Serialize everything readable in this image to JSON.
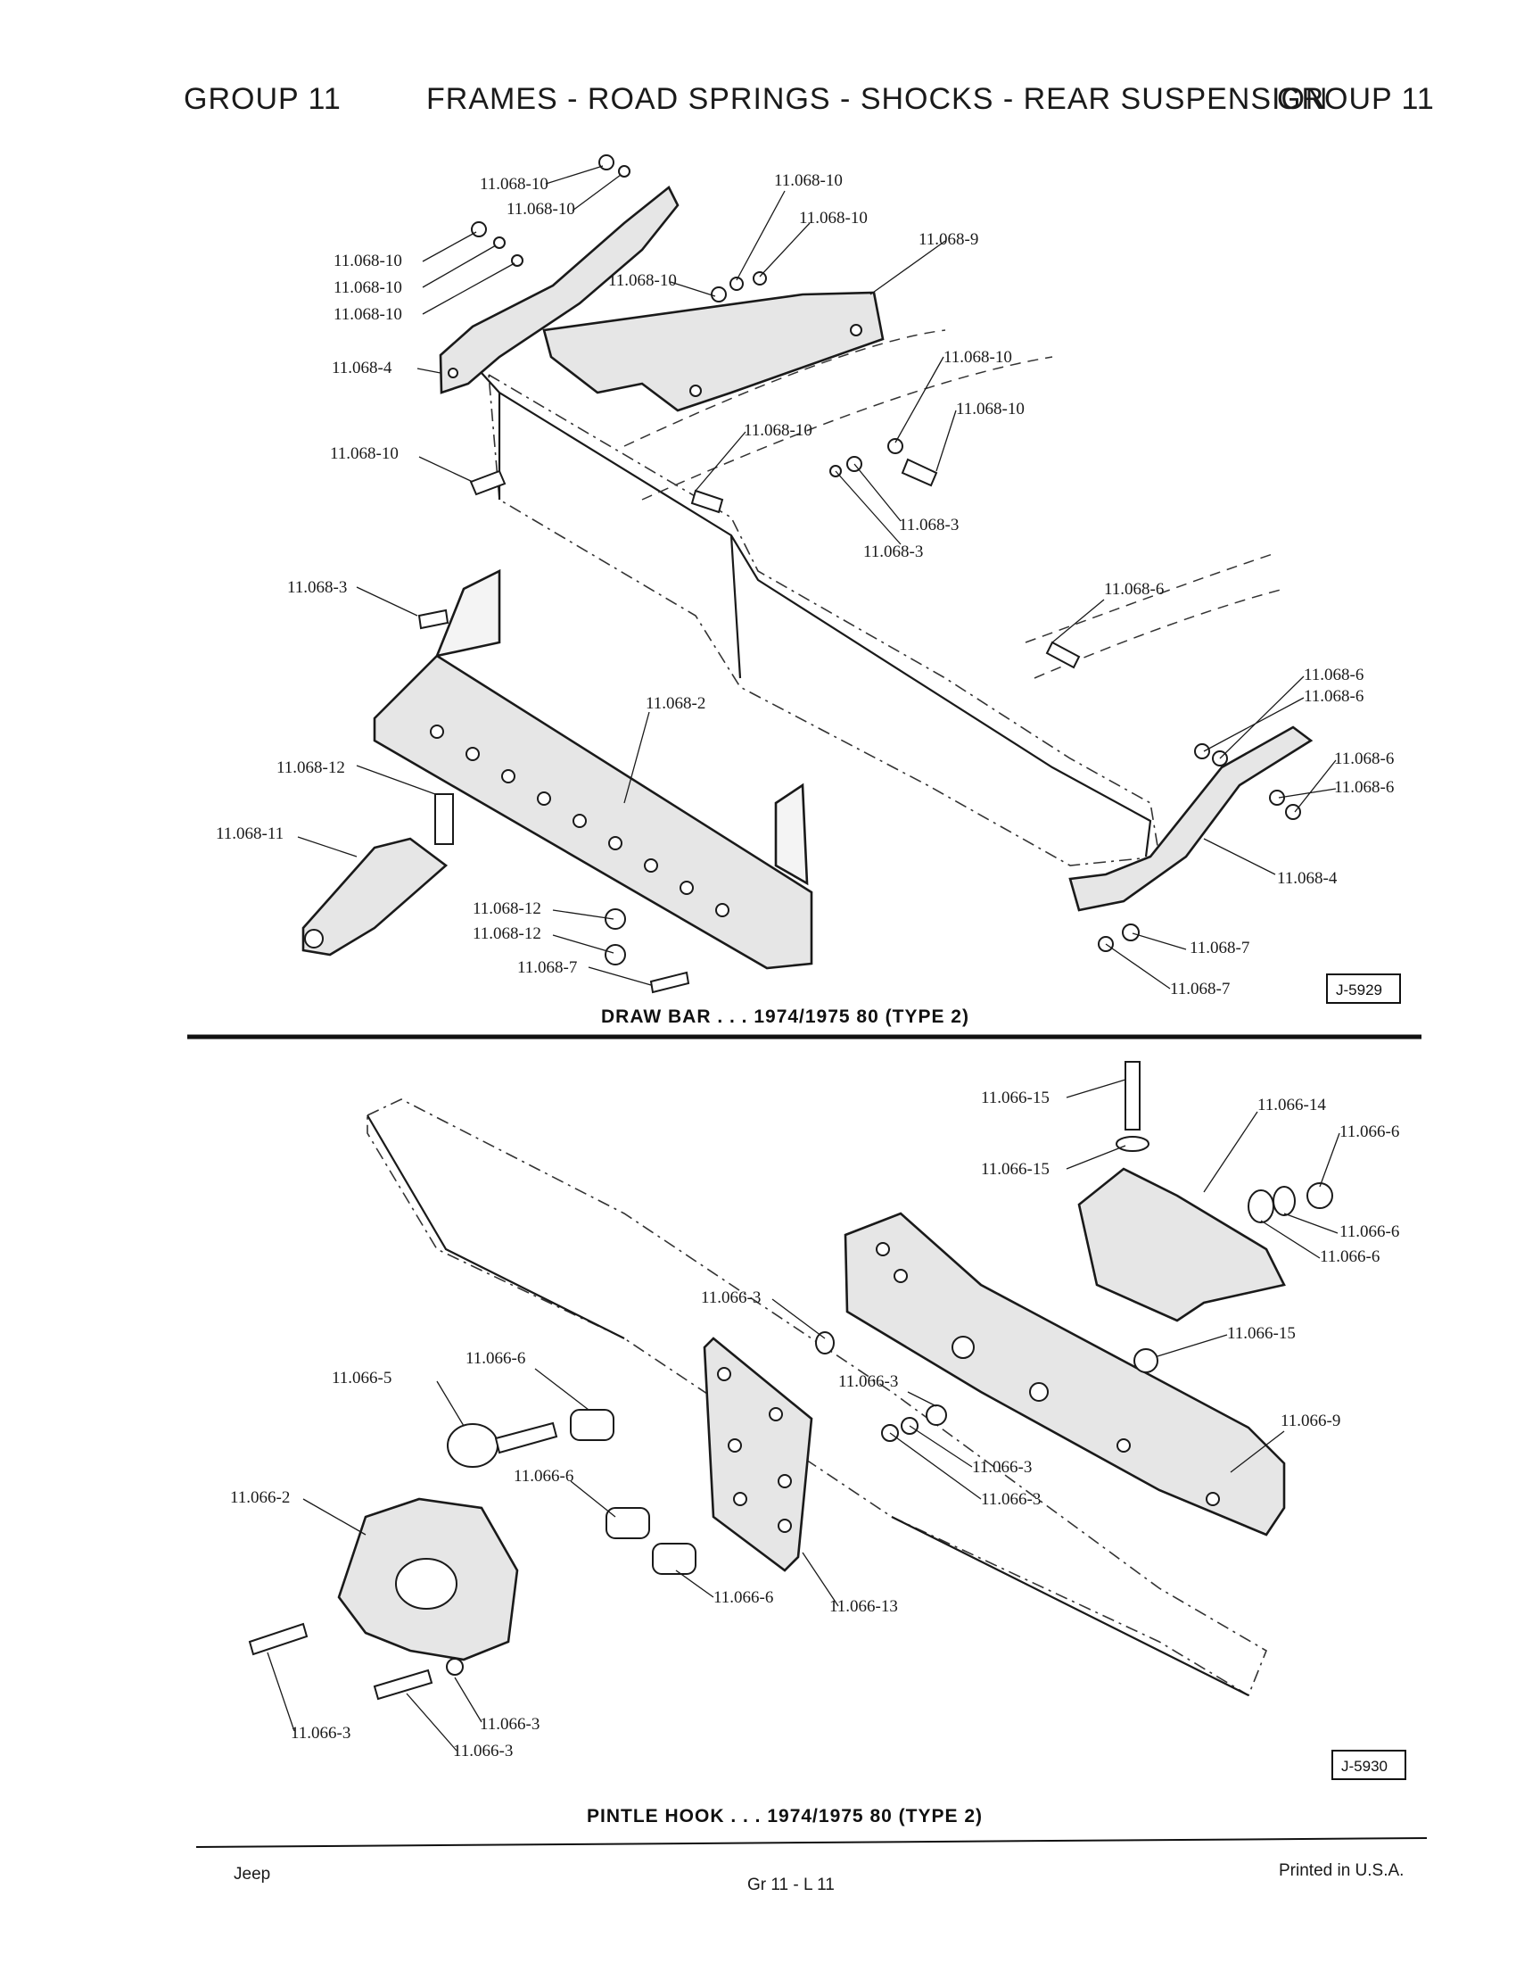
{
  "header": {
    "left": "GROUP 11",
    "center": "FRAMES - ROAD SPRINGS - SHOCKS - REAR SUSPENSION",
    "right": "GROUP 11"
  },
  "top_figure": {
    "caption": "DRAW BAR . . . 1974/1975  80 (TYPE 2)",
    "figure_id": "J-5929",
    "callouts": [
      "11.068-10",
      "11.068-10",
      "11.068-10",
      "11.068-10",
      "11.068-10",
      "11.068-10",
      "11.068-10",
      "11.068-9",
      "11.068-4",
      "11.068-10",
      "11.068-10",
      "11.068-10",
      "11.068-10",
      "11.068-3",
      "11.068-3",
      "11.068-3",
      "11.068-6",
      "11.068-6",
      "11.068-6",
      "11.068-2",
      "11.068-12",
      "11.068-6",
      "11.068-6",
      "11.068-11",
      "11.068-4",
      "11.068-12",
      "11.068-12",
      "11.068-7",
      "11.068-7",
      "11.068-7",
      "11.068-10"
    ]
  },
  "bottom_figure": {
    "caption": "PINTLE HOOK . . . 1974/1975  80 (TYPE 2)",
    "figure_id": "J-5930",
    "callouts": [
      "11.066-15",
      "11.066-14",
      "11.066-6",
      "11.066-15",
      "11.066-6",
      "11.066-6",
      "11.066-3",
      "11.066-15",
      "11.066-6",
      "11.066-5",
      "11.066-3",
      "11.066-9",
      "11.066-3",
      "11.066-3",
      "11.066-2",
      "11.066-6",
      "11.066-6",
      "11.066-13",
      "11.066-3",
      "11.066-3",
      "11.066-3"
    ]
  },
  "footer": {
    "left": "Jeep",
    "center": "Gr  11  -  L  11",
    "right": "Printed  in U.S.A."
  }
}
